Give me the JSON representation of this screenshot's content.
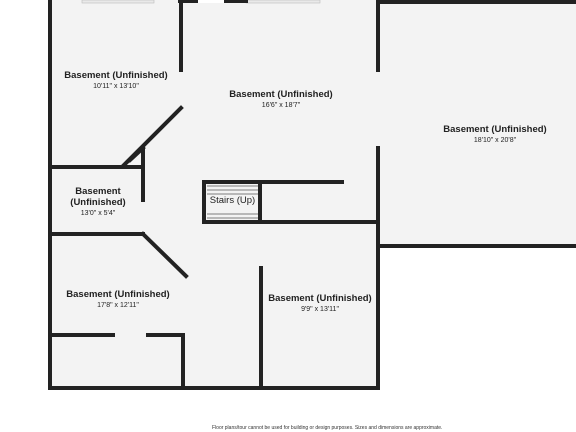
{
  "colors": {
    "floor": "#f3f3f3",
    "wall": "#222222",
    "window": "#e9e9e9"
  },
  "rooms": [
    {
      "name": "Basement (Unfinished)",
      "dimensions": "10'11\" x 13'10\""
    },
    {
      "name": "Basement (Unfinished)",
      "dimensions": "16'6\" x 18'7\""
    },
    {
      "name": "Basement (Unfinished)",
      "dimensions": "18'10\" x 20'8\""
    },
    {
      "name": "Basement\n(Unfinished)",
      "dimensions": "13'0\" x 5'4\""
    },
    {
      "name": "Stairs (Up)",
      "dimensions": ""
    },
    {
      "name": "Basement (Unfinished)",
      "dimensions": "17'8\" x 12'11\""
    },
    {
      "name": "Basement (Unfinished)",
      "dimensions": "9'9\" x 13'11\""
    }
  ],
  "footer": {
    "disclaimer": "Floor plans/tour cannot be used for building or design purposes. Sizes and dimensions are approximate."
  }
}
